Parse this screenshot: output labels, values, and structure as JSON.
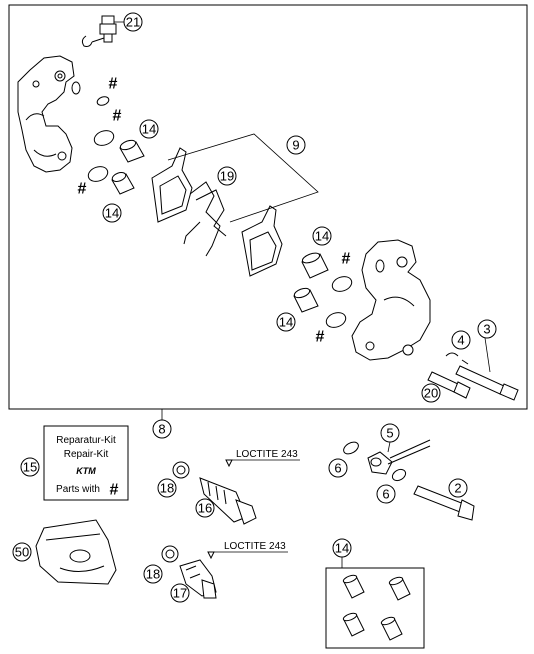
{
  "callouts": {
    "c21": "21",
    "c9": "9",
    "c19": "19",
    "c14a": "14",
    "c14b": "14",
    "c14c": "14",
    "c14d": "14",
    "c4": "4",
    "c3": "3",
    "c20": "20",
    "c8": "8",
    "c15": "15",
    "c50": "50",
    "c18a": "18",
    "c16": "16",
    "c18b": "18",
    "c17": "17",
    "c5": "5",
    "c6a": "6",
    "c6b": "6",
    "c2": "2",
    "c14e": "14"
  },
  "hash_mark": "#",
  "kit_label": {
    "line1": "Reparatur-Kit",
    "line2": "Repair-Kit",
    "logo": "KTM",
    "line3": "Parts with"
  },
  "loctite_1": "LOCTITE 243",
  "loctite_2": "LOCTITE 243"
}
